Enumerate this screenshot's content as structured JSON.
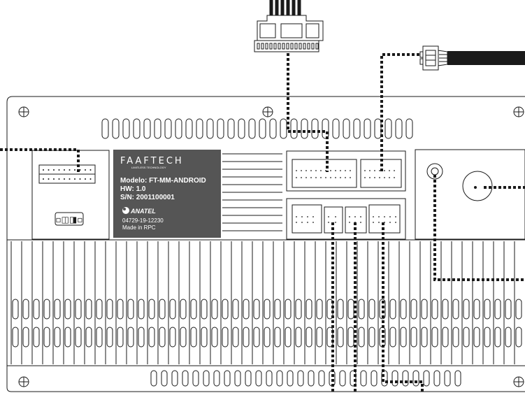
{
  "label": {
    "brand": "FAAFTECH",
    "tagline": "LIMITLESS TECHNOLOGY",
    "model": "Modelo: FT-MM-ANDROID",
    "hardware": "HW: 1.0",
    "serial": "S/N: 2001100001",
    "cert_mark": "ANATEL",
    "cert_number": "04729-19-12230",
    "origin": "Made in RPC"
  },
  "colors": {
    "line": "#1a1a1a",
    "label_bg": "#555555",
    "label_text": "#ffffff"
  }
}
